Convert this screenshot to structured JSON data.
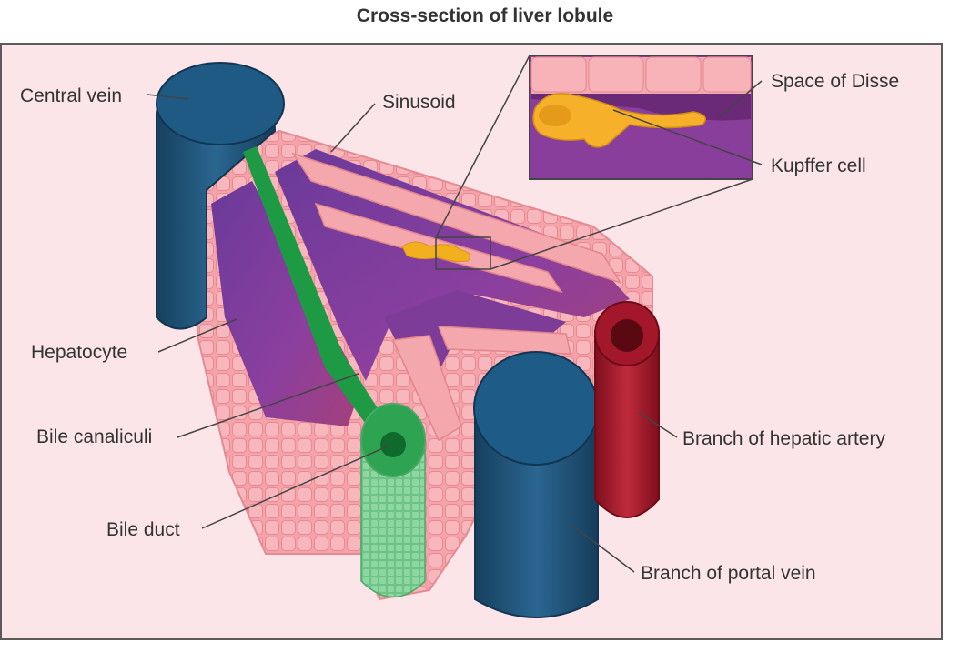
{
  "title": "Cross-section of liver lobule",
  "labels": {
    "central_vein": "Central vein",
    "sinusoid": "Sinusoid",
    "space_of_disse": "Space of Disse",
    "kupffer_cell": "Kupffer cell",
    "hepatocyte": "Hepatocyte",
    "bile_canaliculi": "Bile canaliculi",
    "bile_duct": "Bile duct",
    "hepatic_artery": "Branch of hepatic artery",
    "portal_vein": "Branch of portal vein"
  },
  "colors": {
    "background": "#fbe5e9",
    "frame": "#5b5b5b",
    "hepatocyte": "#f2a0a6",
    "sinusoid": "#8a3f9c",
    "central_vein": "#1f4e72",
    "portal_vein": "#1f5a80",
    "hepatic_artery": "#a8182a",
    "bile": "#3ea85b",
    "kupffer": "#f4b01e"
  }
}
